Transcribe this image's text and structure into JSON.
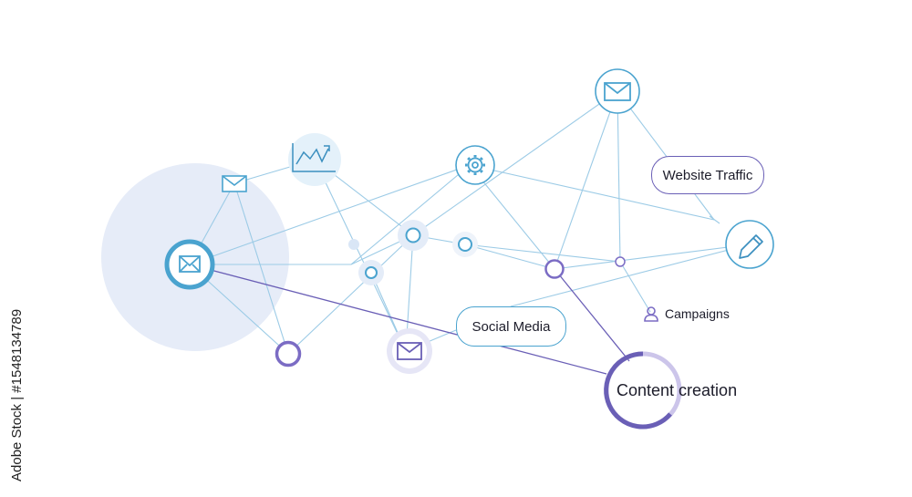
{
  "labels": {
    "website_traffic": "Website Traffic",
    "social_media": "Social Media",
    "campaigns": "Campaigns",
    "content_creation": "Content creation"
  },
  "watermark": "Adobe Stock | #1548134789",
  "icons": {
    "campaigns": "user-icon",
    "mail": "mail-icon",
    "chart": "line-chart-icon",
    "gear": "gear-icon",
    "pencil": "pencil-icon"
  },
  "colors": {
    "blue_line": "#8ec4e2",
    "purple_line": "#6a5fb6",
    "blue_accent": "#4aa3cf",
    "purple_accent": "#7b6cc4",
    "blob": "#e6ecf8",
    "text": "#1c1c2a"
  }
}
